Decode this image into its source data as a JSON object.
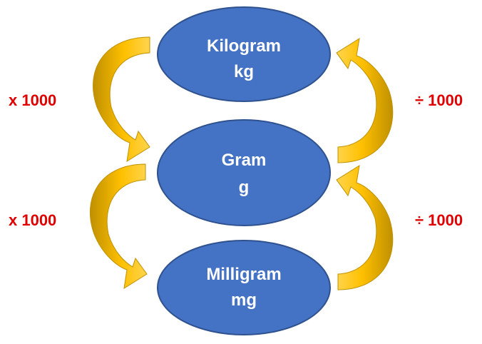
{
  "colors": {
    "ellipse_fill": "#4472C4",
    "ellipse_stroke": "#2F528F",
    "arrow_light": "#FFC000",
    "arrow_dark": "#BF9000",
    "label_red": "#E00000",
    "text_white": "#FFFFFF"
  },
  "units": [
    {
      "name": "Kilogram",
      "symbol": "kg"
    },
    {
      "name": "Gram",
      "symbol": "g"
    },
    {
      "name": "Milligram",
      "symbol": "mg"
    }
  ],
  "conversions": {
    "multiply_top": "x 1000",
    "multiply_bottom": "x 1000",
    "divide_top": "÷ 1000",
    "divide_bottom": "÷ 1000"
  },
  "icons": {
    "curved_arrow": "curved-arrow-icon"
  }
}
